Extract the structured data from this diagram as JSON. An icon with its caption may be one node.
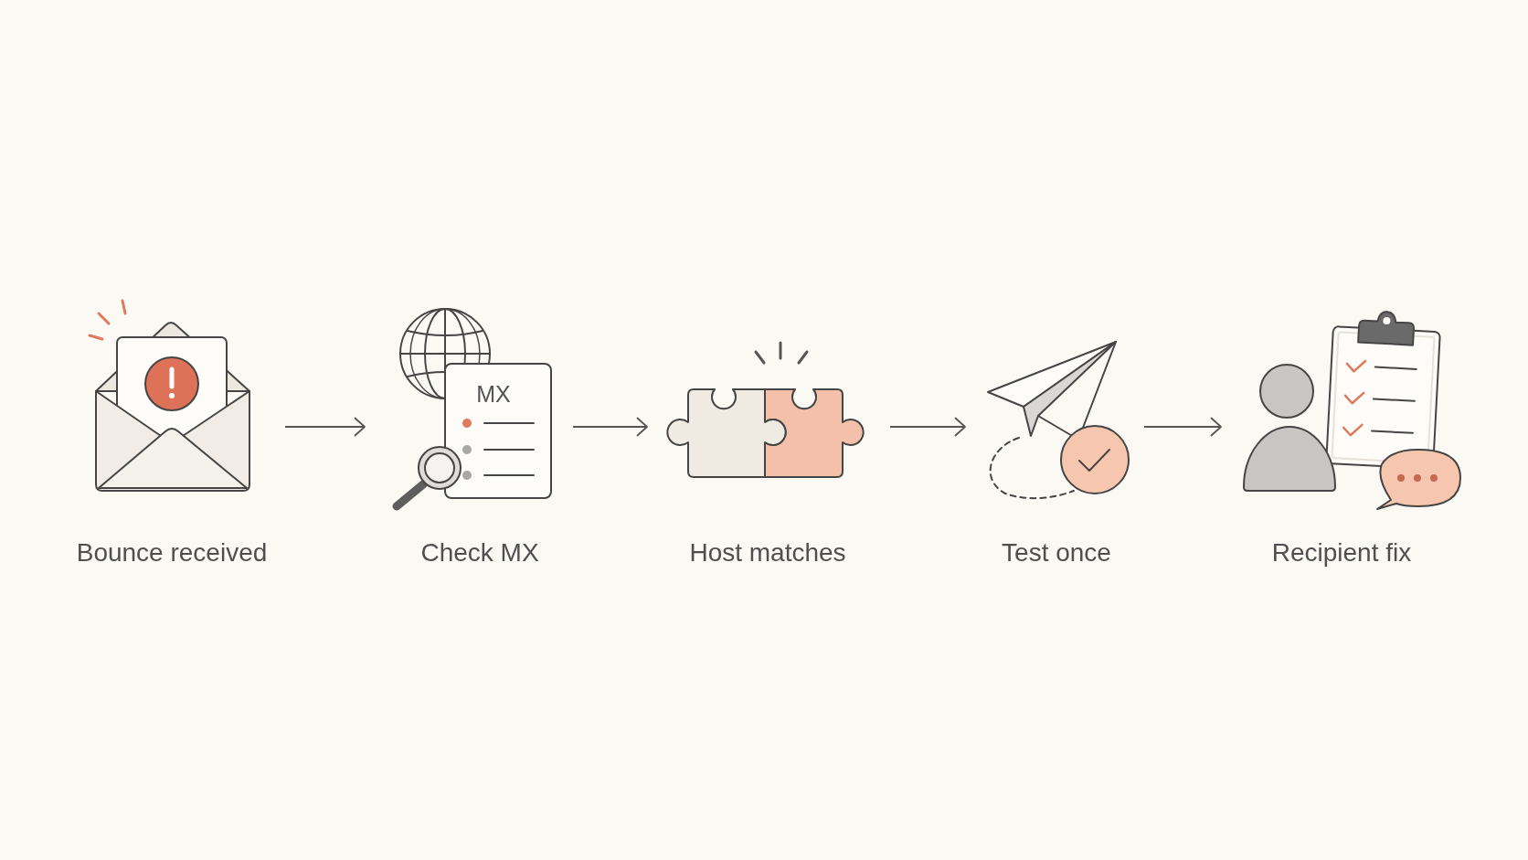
{
  "diagram": {
    "nodes": [
      {
        "text": [
          "Bounce received"
        ]
      },
      {
        "text": [
          "MX",
          "Check MX"
        ]
      },
      {
        "text": [
          "Host matches"
        ]
      },
      {
        "text": [
          "Test once"
        ]
      },
      {
        "text": [
          "Recipient fix"
        ]
      }
    ],
    "edges": [
      {
        "from": 0,
        "to": 1,
        "arrow": "to"
      },
      {
        "from": 1,
        "to": 2,
        "arrow": "to"
      },
      {
        "from": 2,
        "to": 3,
        "arrow": "to"
      },
      {
        "from": 3,
        "to": 4,
        "arrow": "to"
      }
    ]
  }
}
